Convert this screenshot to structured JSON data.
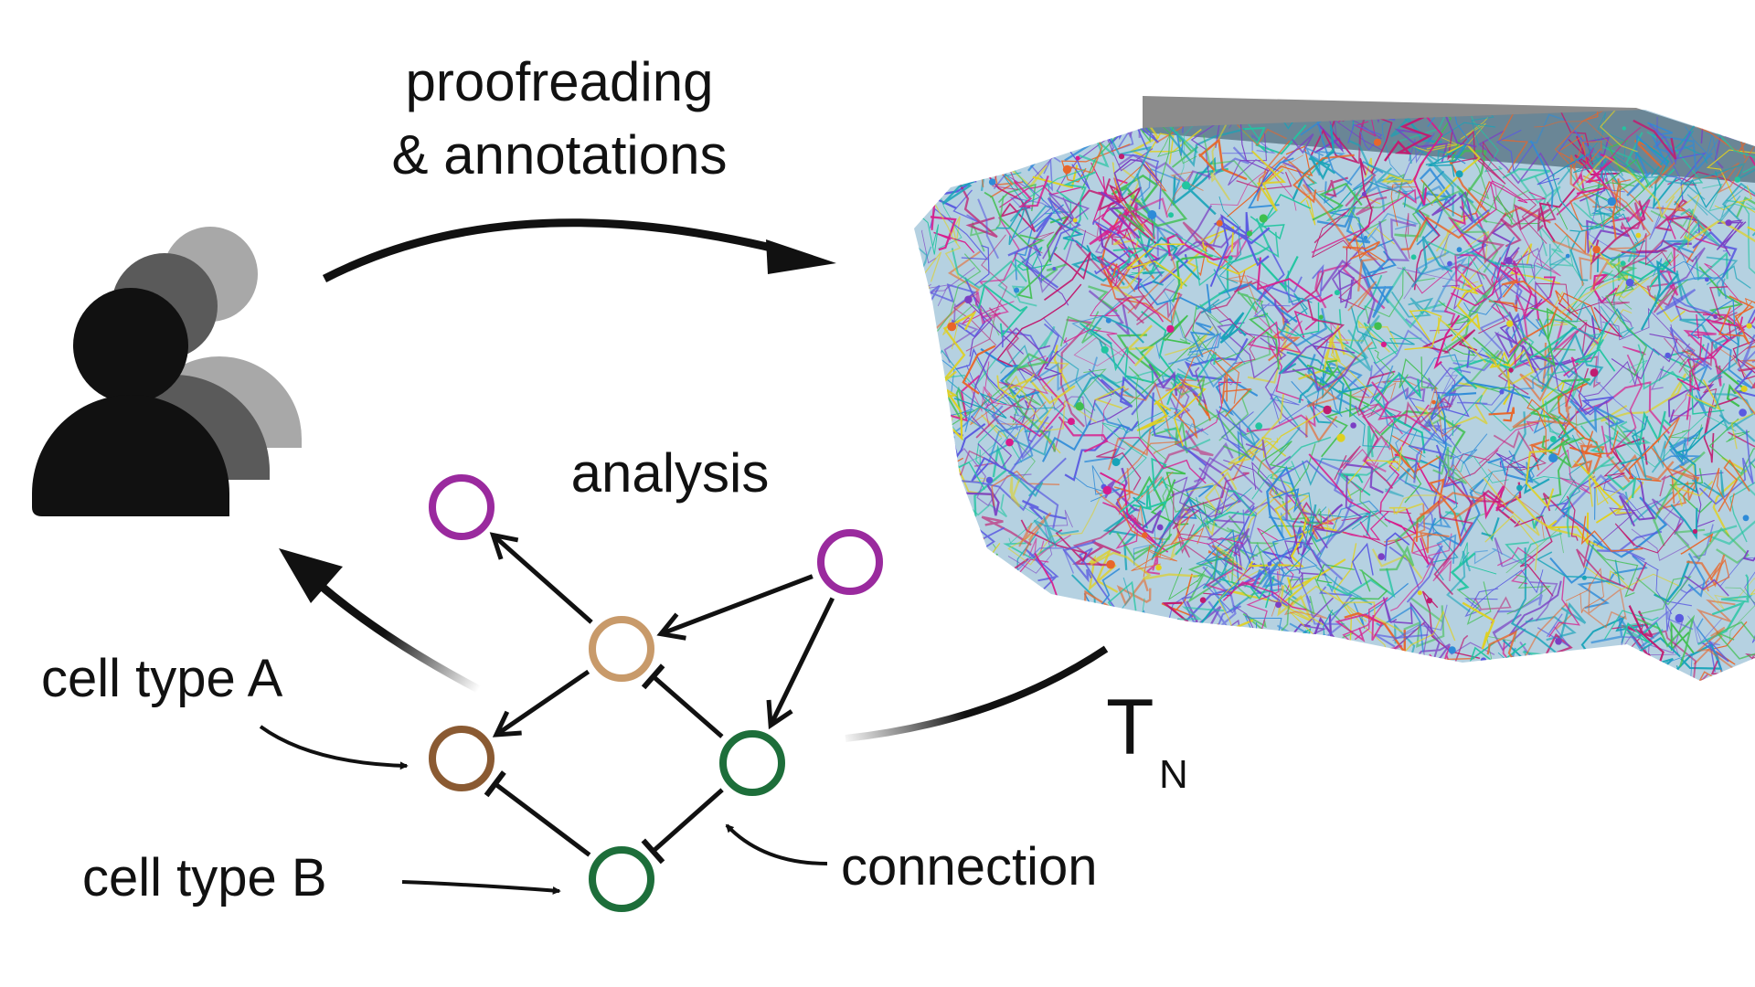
{
  "labels": {
    "proofreading_line1": "proofreading",
    "proofreading_line2": "& annotations",
    "analysis": "analysis",
    "cell_type_a": "cell type A",
    "cell_type_b": "cell type B",
    "connection": "connection",
    "version_main": "T",
    "version_sub": "N"
  },
  "colors": {
    "cell_purple": "#9a2a9e",
    "cell_tan": "#c89a6a",
    "cell_brown": "#8a5a32",
    "cell_green": "#1d6e3a",
    "arrow": "#111111",
    "person_front": "#111111",
    "person_mid": "#5a5a5a",
    "person_back": "#a8a8a8",
    "volume_top": "#8c8c8c",
    "neuron_palette": [
      "#17a3b8",
      "#2e8bd8",
      "#d81b8c",
      "#7b3fc4",
      "#e0d020",
      "#3fbf4f",
      "#e8662a",
      "#c01c70",
      "#22c5a0",
      "#5a5ae0"
    ]
  },
  "network": {
    "nodes": [
      {
        "id": "top_left_purple",
        "color_key": "cell_purple"
      },
      {
        "id": "top_right_purple",
        "color_key": "cell_purple"
      },
      {
        "id": "middle_tan",
        "color_key": "cell_tan"
      },
      {
        "id": "cell_a_brown",
        "color_key": "cell_brown"
      },
      {
        "id": "right_green",
        "color_key": "cell_green"
      },
      {
        "id": "cell_b_green",
        "color_key": "cell_green"
      }
    ],
    "edges": [
      {
        "from": "middle_tan",
        "to": "top_left_purple",
        "kind": "excitatory"
      },
      {
        "from": "top_right_purple",
        "to": "middle_tan",
        "kind": "excitatory"
      },
      {
        "from": "top_right_purple",
        "to": "right_green",
        "kind": "excitatory"
      },
      {
        "from": "middle_tan",
        "to": "cell_a_brown",
        "kind": "excitatory"
      },
      {
        "from": "right_green",
        "to": "middle_tan",
        "kind": "inhibitory"
      },
      {
        "from": "cell_b_green",
        "to": "cell_a_brown",
        "kind": "inhibitory"
      },
      {
        "from": "right_green",
        "to": "cell_b_green",
        "kind": "inhibitory"
      }
    ]
  }
}
